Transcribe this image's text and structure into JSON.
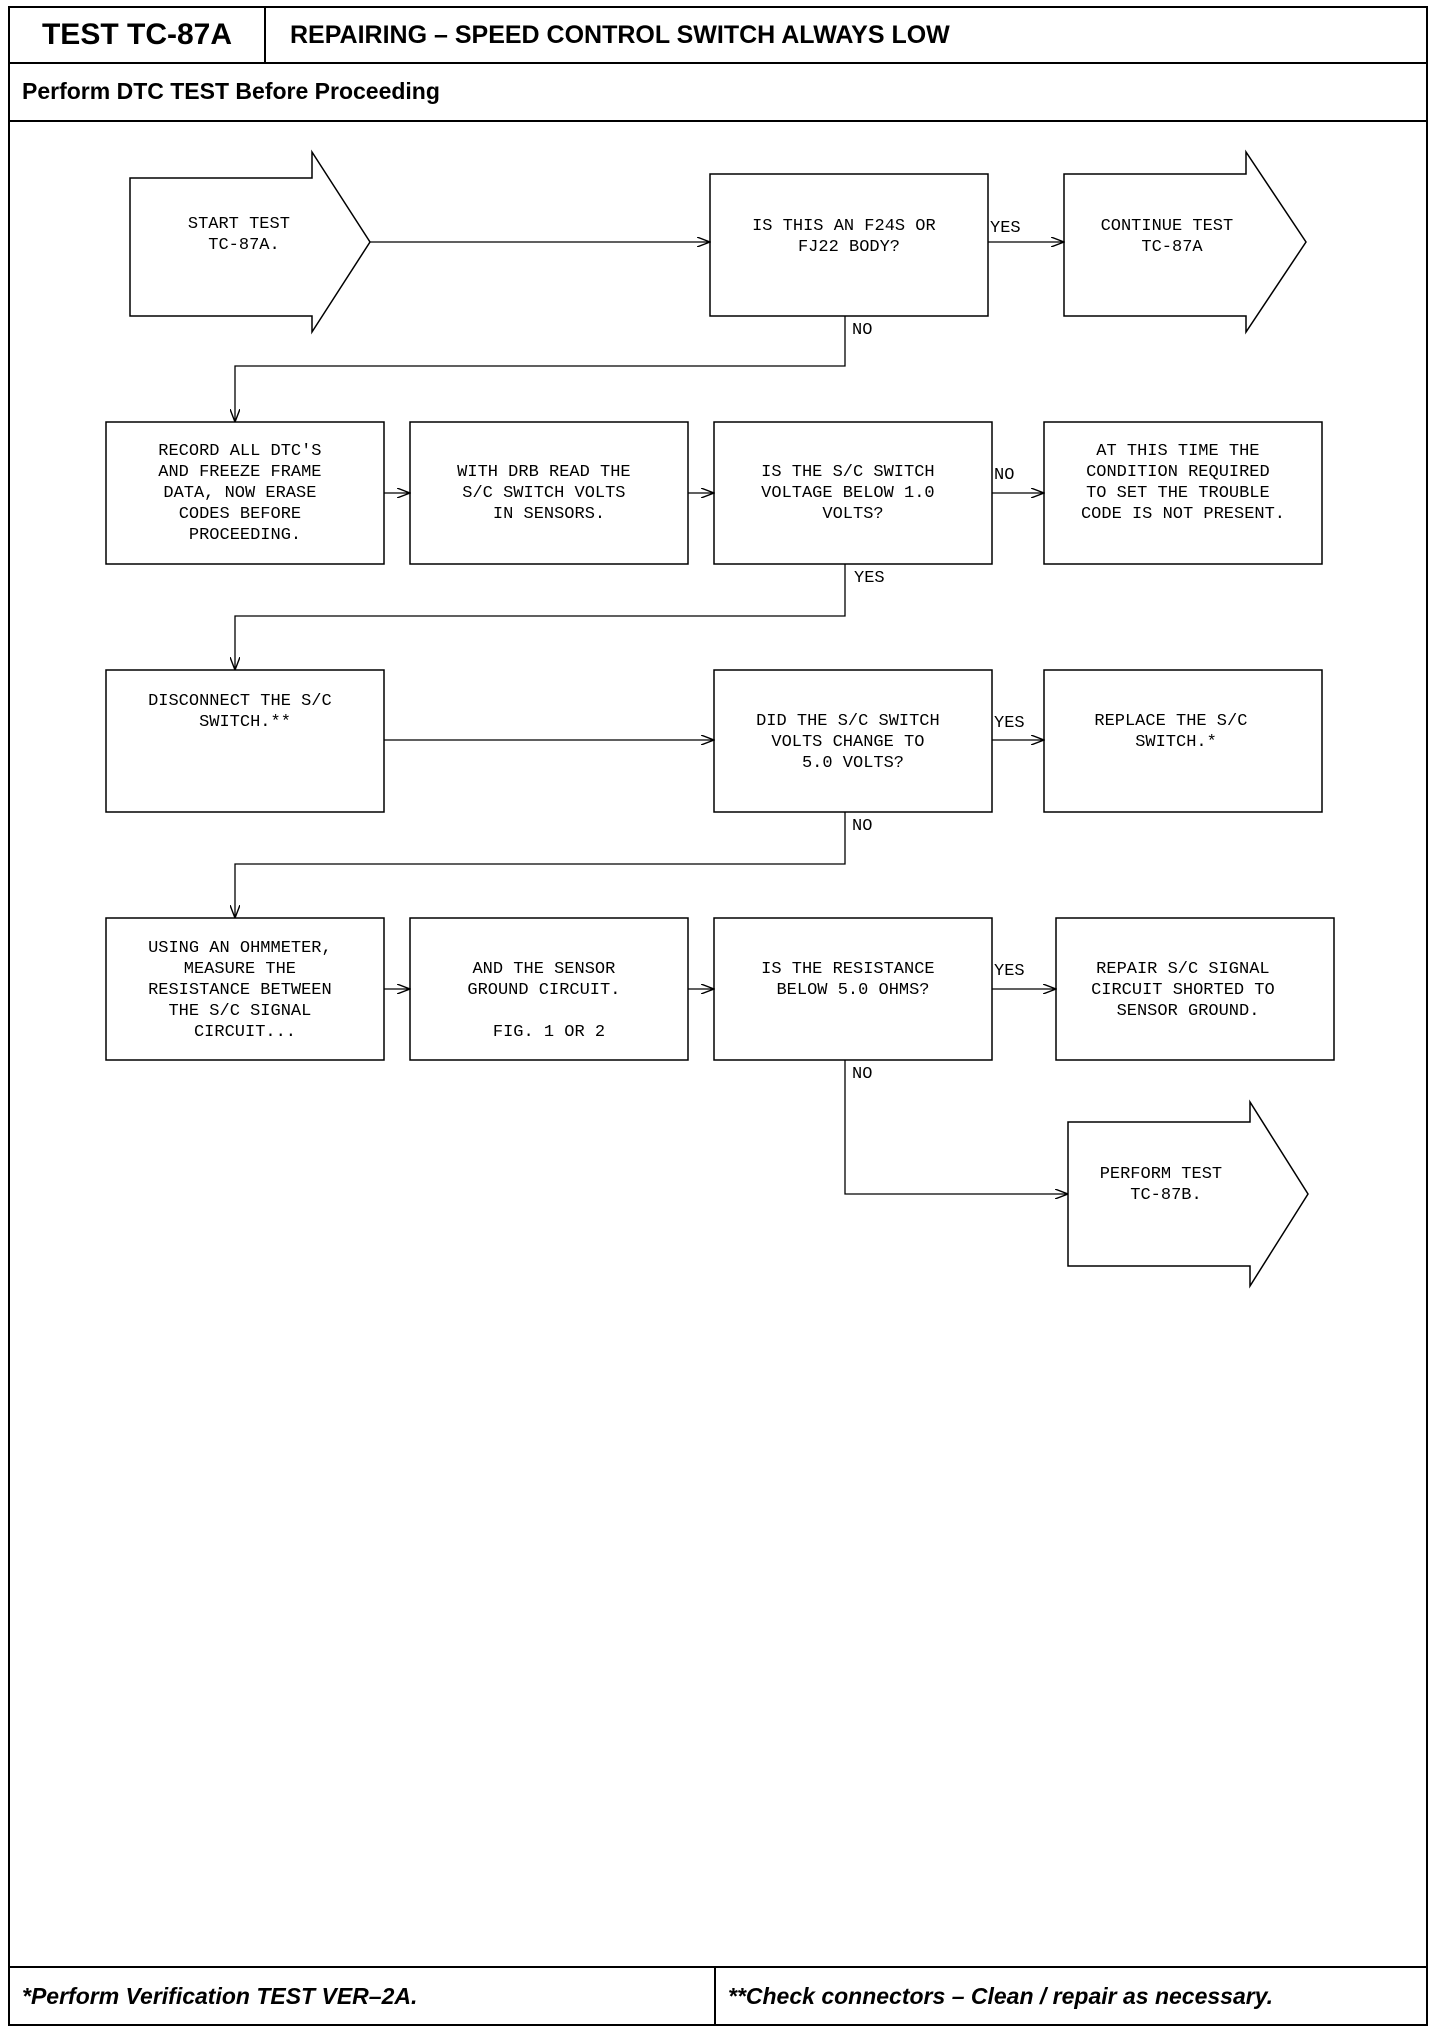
{
  "header": {
    "test_id": "TEST TC-87A",
    "title": "REPAIRING – SPEED CONTROL SWITCH ALWAYS LOW",
    "subtitle": "Perform DTC TEST Before Proceeding"
  },
  "footer": {
    "left_note": "*Perform Verification TEST VER–2A.",
    "right_note": "**Check connectors – Clean / repair as necessary."
  },
  "nodes": {
    "start": [
      "START TEST",
      "TC-87A."
    ],
    "q_body": [
      "IS THIS AN F24S OR",
      "FJ22 BODY?"
    ],
    "continue": [
      "CONTINUE TEST",
      "TC-87A"
    ],
    "record": [
      "RECORD ALL DTC'S",
      "AND FREEZE FRAME",
      "DATA, NOW ERASE",
      "CODES BEFORE",
      "PROCEEDING."
    ],
    "drb_read": [
      "WITH DRB READ THE",
      "S/C SWITCH VOLTS",
      "IN SENSORS."
    ],
    "q_voltage": [
      "IS THE S/C SWITCH",
      "VOLTAGE BELOW 1.0",
      "VOLTS?"
    ],
    "not_present": [
      "AT THIS TIME THE",
      "CONDITION REQUIRED",
      "TO SET THE TROUBLE",
      "CODE IS NOT PRESENT."
    ],
    "disconnect": [
      "DISCONNECT THE S/C",
      "SWITCH.**"
    ],
    "q_change": [
      "DID THE S/C SWITCH",
      "VOLTS CHANGE TO",
      "5.0 VOLTS?"
    ],
    "replace": [
      "REPLACE THE S/C",
      "SWITCH.*"
    ],
    "ohmmeter": [
      "USING AN OHMMETER,",
      "MEASURE THE",
      "RESISTANCE BETWEEN",
      "THE S/C SIGNAL",
      "CIRCUIT..."
    ],
    "sensor_ground": [
      "AND THE SENSOR",
      "GROUND CIRCUIT.",
      "",
      "FIG. 1 OR 2"
    ],
    "q_resistance": [
      "IS THE RESISTANCE",
      "BELOW 5.0 OHMS?"
    ],
    "repair": [
      "REPAIR S/C SIGNAL",
      "CIRCUIT SHORTED TO",
      "SENSOR GROUND."
    ],
    "perform_b": [
      "PERFORM TEST",
      "TC-87B."
    ]
  },
  "edge_labels": {
    "body_yes": "YES",
    "body_no": "NO",
    "voltage_no": "NO",
    "voltage_yes": "YES",
    "change_yes": "YES",
    "change_no": "NO",
    "resistance_yes": "YES",
    "resistance_no": "NO"
  }
}
